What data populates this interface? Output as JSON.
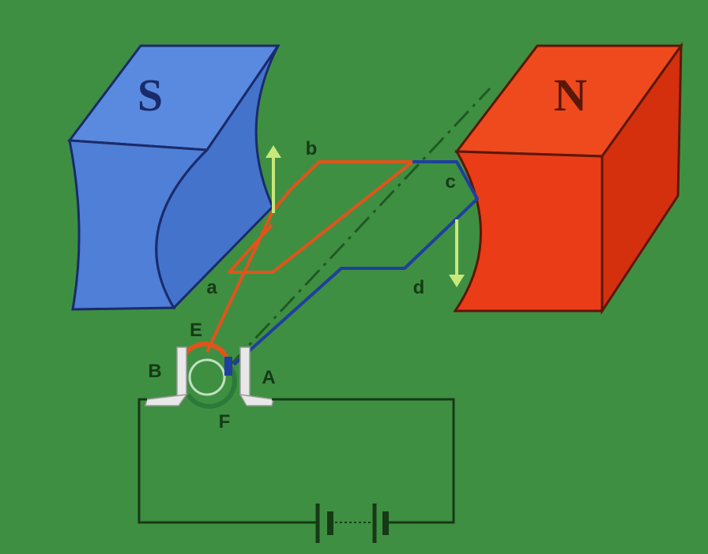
{
  "magnets": {
    "south": {
      "label": "S",
      "color": "#4f7fd6"
    },
    "north": {
      "label": "N",
      "color": "#ea3c17"
    }
  },
  "coil_points": {
    "a": "a",
    "b": "b",
    "c": "c",
    "d": "d"
  },
  "commutator": {
    "E": "E",
    "F": "F"
  },
  "brushes": {
    "A": "A",
    "B": "B"
  },
  "colors": {
    "background": "#3f8f42",
    "wire_red": "#e0541c",
    "wire_blue": "#1f3f9e",
    "force_arrow": "#c8e87a",
    "circuit": "#163a16",
    "axis": "#1f5a22"
  },
  "icons": {
    "force_up": "arrow-up-icon",
    "force_down": "arrow-down-icon",
    "battery": "battery-icon"
  }
}
